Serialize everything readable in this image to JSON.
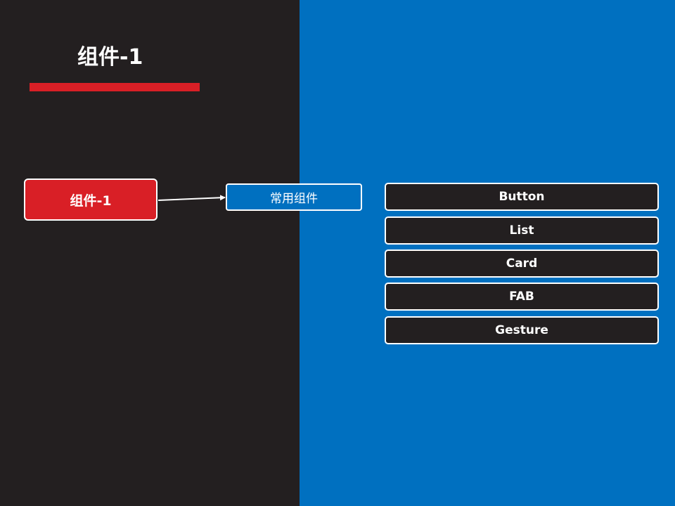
{
  "title": "组件-1",
  "root": {
    "label": "组件-1"
  },
  "category": {
    "label": "常用组件"
  },
  "items": [
    {
      "label": "Button"
    },
    {
      "label": "List"
    },
    {
      "label": "Card"
    },
    {
      "label": "FAB"
    },
    {
      "label": "Gesture"
    }
  ],
  "colors": {
    "left_background": "#231f20",
    "right_background": "#0070c0",
    "accent_red": "#d91f26",
    "node_border": "#ffffff"
  }
}
